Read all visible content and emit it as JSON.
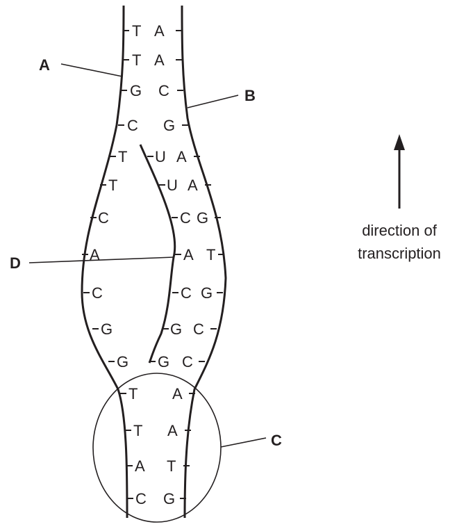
{
  "diagram": {
    "labels": {
      "a": "A",
      "b": "B",
      "c": "C",
      "d": "D"
    },
    "annotation": {
      "line1": "direction of",
      "line2": "transcription"
    },
    "strand_a_bases": [
      "T",
      "T",
      "G",
      "C",
      "T",
      "T",
      "C",
      "A",
      "C",
      "G",
      "G",
      "T",
      "T",
      "A",
      "C"
    ],
    "strand_b_bases": [
      "A",
      "A",
      "C",
      "G",
      "A",
      "A",
      "G",
      "T",
      "G",
      "C",
      "C",
      "A",
      "A",
      "T",
      "G"
    ],
    "rna_bases": [
      "U",
      "U",
      "C",
      "A",
      "C",
      "G",
      "G"
    ]
  }
}
